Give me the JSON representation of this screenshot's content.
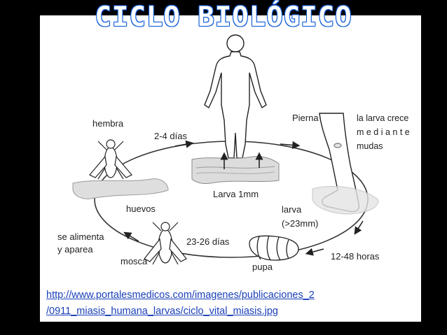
{
  "title": "CICLO BIOLÓGICO",
  "labels": {
    "hembra": "hembra",
    "dias_2_4": "2-4 días",
    "pierna": "Pierna",
    "larva_crece_1": "la larva crece",
    "larva_crece_2": "m e d i a n t e",
    "larva_crece_3": "mudas",
    "larva_1mm": "Larva 1mm",
    "huevos": "huevos",
    "larva": "larva",
    "larva_size": "(>23mm)",
    "se_alimenta": "se alimenta",
    "y_aparea": "y aparea",
    "dias_23_26": "23-26  días",
    "mosca": "mosca",
    "pupa": "pupa",
    "horas_12_48": "12-48  horas"
  },
  "source": {
    "line1": "http://www.portalesmedicos.com/imagenes/publicaciones_2",
    "line2": "/0911_miasis_humana_larvas/ciclo_vital_miasis.jpg"
  },
  "colors": {
    "background": "#000000",
    "panel": "#ffffff",
    "title_fill": "#ffffff",
    "title_outline": "#0d5bd8",
    "link": "#1a3fb8"
  },
  "icons": [
    "human-figure-icon",
    "leg-icon",
    "female-fly-icon",
    "fly-icon",
    "pupa-icon",
    "skin-patch-icon"
  ]
}
